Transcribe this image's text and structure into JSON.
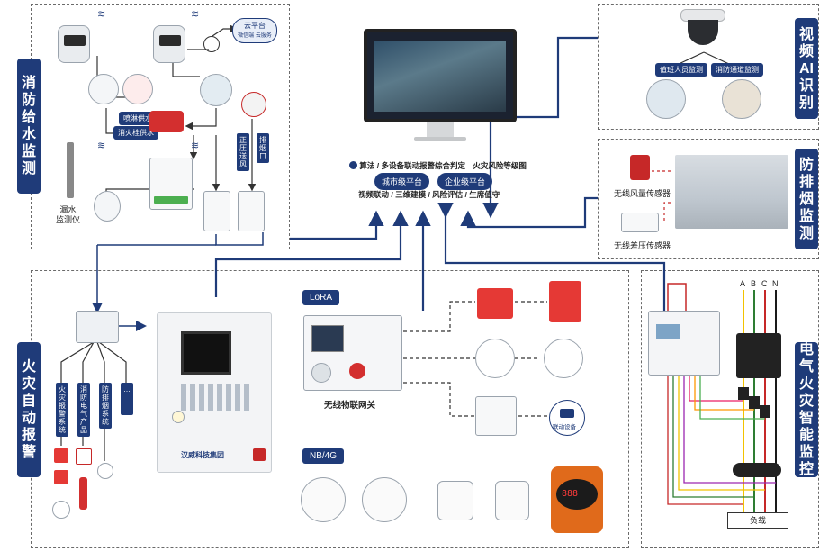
{
  "sections": {
    "water": "消防给水监测",
    "video": "视频AI识别",
    "smoke": "防排烟监测",
    "fire_alarm": "火灾自动报警",
    "electric": "电气火灾智能监控"
  },
  "water": {
    "cloud": "云平台",
    "cloud_sub1": "微信端",
    "cloud_sub2": "云服务",
    "sprinkler": "喷淋供水",
    "hydrant": "消火栓供水",
    "fan_tag": "正压送风",
    "outlet_tag": "排烟口",
    "leak_label": "漏水\n监测仪"
  },
  "platform": {
    "algorithm": "算法 / 多设备联动报警综合判定",
    "risk_level": "火灾风险等级图",
    "city": "城市级平台",
    "enterprise": "企业级平台",
    "features": "视频联动 / 三维建模 / 风险评估 / 生席值守"
  },
  "video": {
    "tag1": "值班人员监测",
    "tag2": "消防通道监测"
  },
  "smoke": {
    "sensor1": "无线风量传感器",
    "sensor2": "无线差压传感器"
  },
  "alarm": {
    "tags": [
      "火灾报警系统",
      "消防电气产品",
      "防排烟系统",
      "…"
    ],
    "brand": "汉威科技集团"
  },
  "lora": {
    "tag": "LoRA",
    "gateway": "无线物联网关",
    "linkage": "联动设备"
  },
  "nb": {
    "tag": "NB/4G",
    "display": "888"
  },
  "electric": {
    "phases": [
      "A",
      "B",
      "C",
      "N"
    ],
    "load": "负载"
  }
}
